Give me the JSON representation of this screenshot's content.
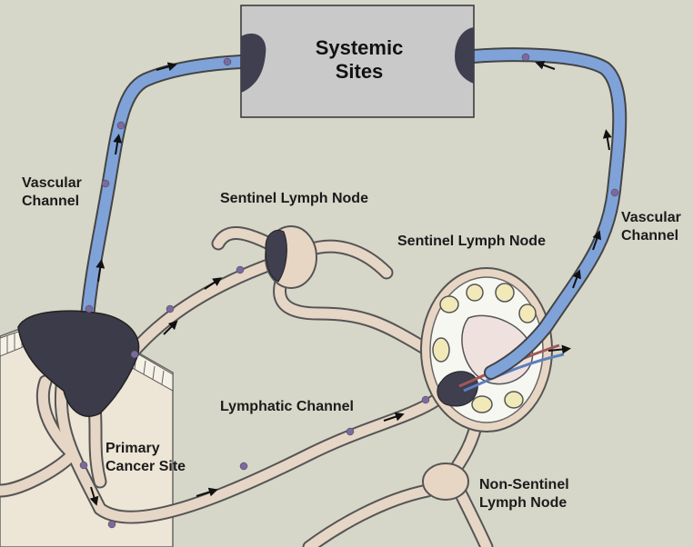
{
  "labels": {
    "systemic_sites": "Systemic\nSites",
    "vascular_channel_left": "Vascular\nChannel",
    "vascular_channel_right": "Vascular\nChannel",
    "sentinel_node_top": "Sentinel Lymph Node",
    "sentinel_node_right": "Sentinel Lymph Node",
    "lymphatic_channel": "Lymphatic Channel",
    "primary_cancer_site": "Primary\nCancer Site",
    "non_sentinel_node": "Non-Sentinel\nLymph Node"
  },
  "colors": {
    "background": "#d6d7c9",
    "tissue": "#ece4d6",
    "lymph_vessel": "#e6d6c6",
    "vessel_outline": "#4a4a4a",
    "blood_vessel": "#7fa3d9",
    "systemic_box": "#c9c9c9",
    "tumor": "#3b3b4a",
    "cancer_cell": "#7b6aa0"
  }
}
